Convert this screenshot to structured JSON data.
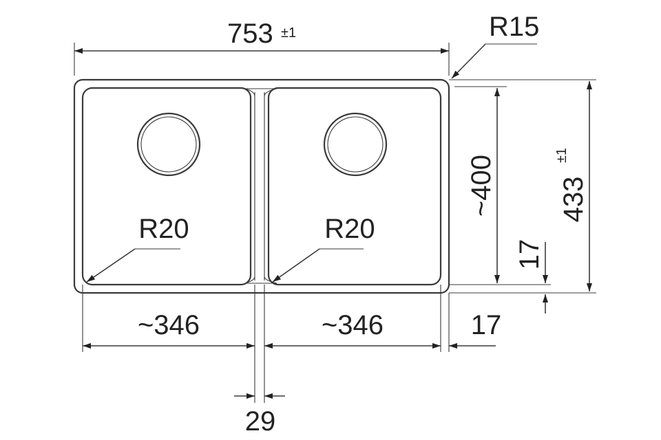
{
  "drawing": {
    "overall_width": {
      "value": "753",
      "tolerance": "±1"
    },
    "corner_radius_outer": "R15",
    "overall_height": {
      "value": "433",
      "tolerance": "±1"
    },
    "bowl_depth": "~400",
    "rim_side": "17",
    "rim_bottom": "17",
    "bowl_left": {
      "radius": "R20",
      "width": "~346"
    },
    "bowl_right": {
      "radius": "R20",
      "width": "~346"
    },
    "divider_width": "29"
  },
  "colors": {
    "line": "#3a3a3a",
    "background": "#ffffff",
    "text": "#222222"
  }
}
